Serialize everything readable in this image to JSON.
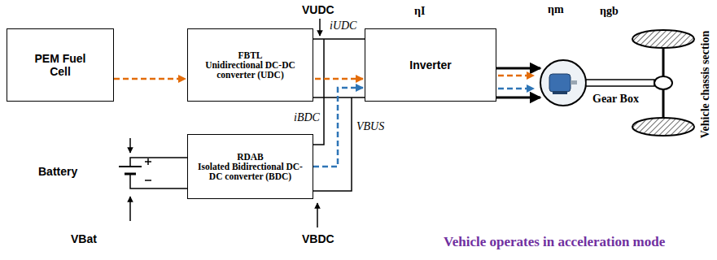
{
  "diagram": {
    "caption": "Vehicle operates in acceleration mode",
    "nodes": [
      {
        "text": [
          "PEM Fuel Cell"
        ]
      },
      {
        "text": [
          "FBTL",
          "Unidirectional DC-DC converter (UDC)"
        ]
      },
      {
        "text": [
          "Inverter"
        ]
      },
      {
        "text": [
          "RDAB",
          "Isolated Bidirectional DC-DC converter (BDC)"
        ]
      }
    ],
    "edges": [
      {
        "from": 0,
        "to": 1,
        "arrow": "to"
      },
      {
        "from": 1,
        "to": 2,
        "arrow": "to"
      },
      {
        "from": 3,
        "to": 2,
        "arrow": "to"
      }
    ],
    "labels": [
      "VUDC",
      "ηI",
      "iUDC",
      "iBDC",
      "VBUS",
      "ηm",
      "ηgb",
      "Gear Box",
      "Vehicle chassis section",
      "Battery",
      "VBat",
      "VBDC"
    ]
  }
}
